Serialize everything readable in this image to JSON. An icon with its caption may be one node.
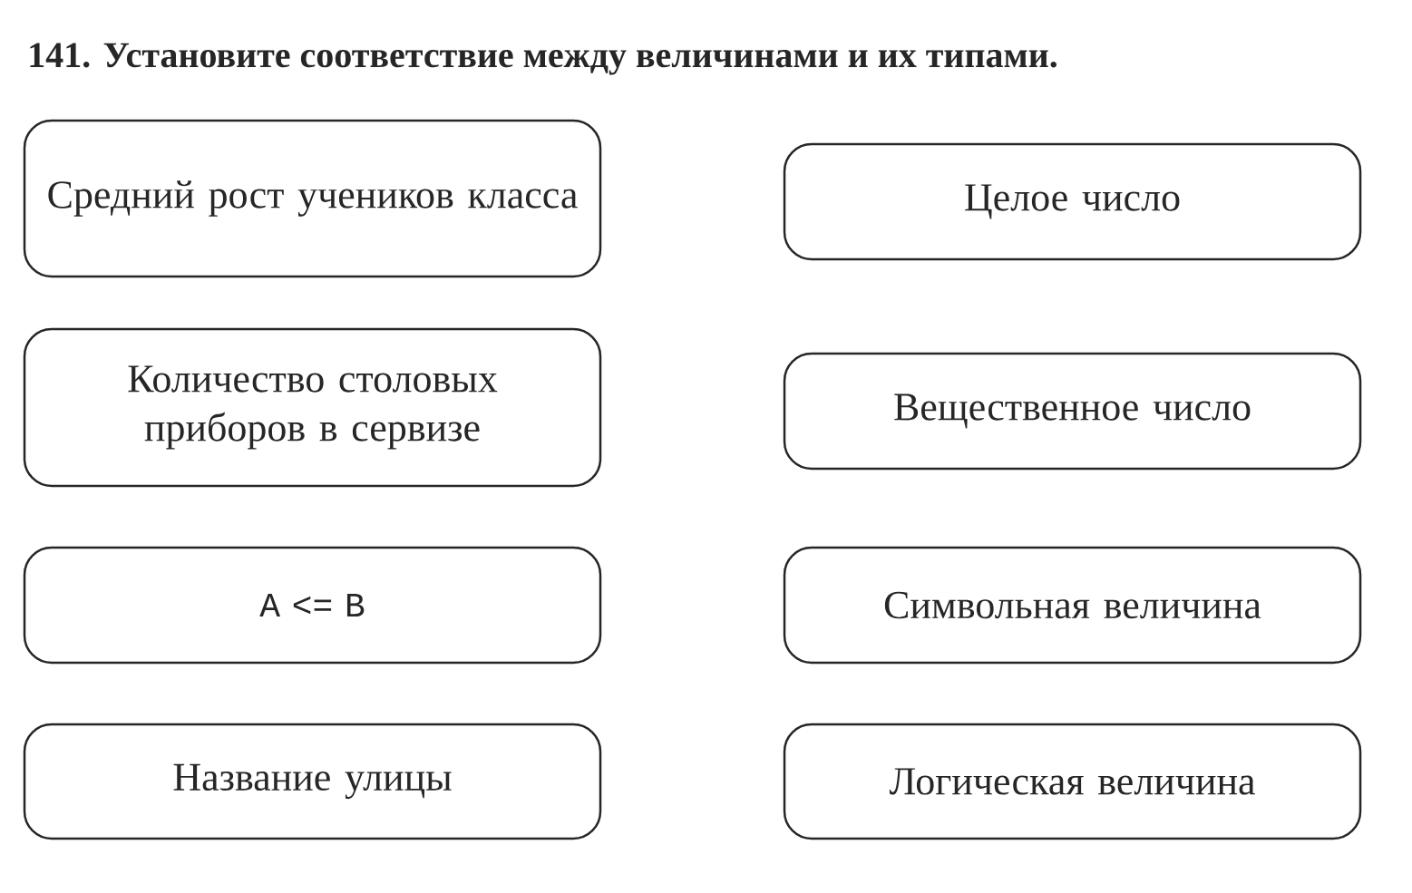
{
  "diagram": {
    "title": "141. Установите соответствие между величинами и их типами.",
    "nodes": [
      {
        "text": [
          "Средний рост учеников класса"
        ]
      },
      {
        "text": [
          "Целое число"
        ]
      },
      {
        "text": [
          "Количество столовых приборов в сервизе"
        ]
      },
      {
        "text": [
          "Вещественное число"
        ]
      },
      {
        "text": [
          "A <= B"
        ]
      },
      {
        "text": [
          "Символьная величина"
        ]
      },
      {
        "text": [
          "Название улицы"
        ]
      },
      {
        "text": [
          "Логическая величина"
        ]
      }
    ]
  }
}
